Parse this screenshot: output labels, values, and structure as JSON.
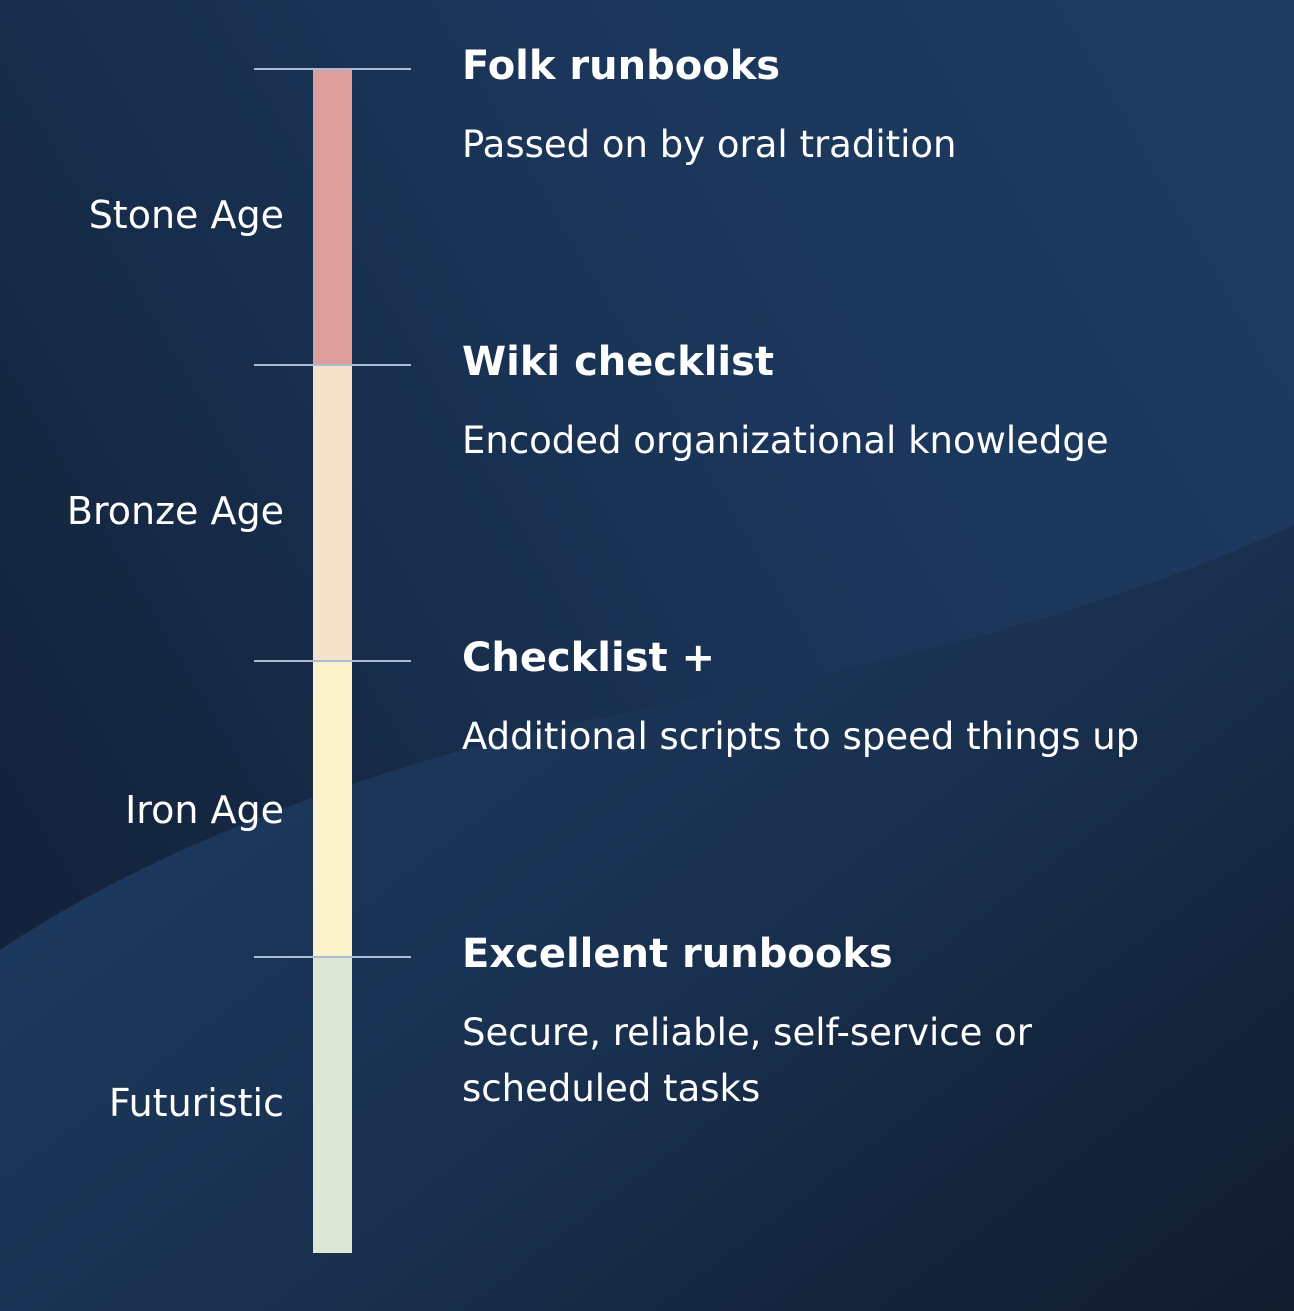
{
  "colors": {
    "background_dark": "#13223a",
    "background_mid": "#1d3a60",
    "tick_line": "#a9bdd6",
    "text": "#ffffff"
  },
  "eras": [
    {
      "age": "Stone Age",
      "color": "#dd9f9e",
      "title": "Folk runbooks",
      "description": "Passed on by oral tradition"
    },
    {
      "age": "Bronze Age",
      "color": "#f5e3cc",
      "title": "Wiki checklist",
      "description": "Encoded organizational knowledge"
    },
    {
      "age": "Iron Age",
      "color": "#fcf3cd",
      "title": "Checklist +",
      "description": "Additional scripts to speed things up"
    },
    {
      "age": "Futuristic",
      "color": "#dde6d2",
      "title": "Excellent runbooks",
      "description": "Secure, reliable, self-service or scheduled tasks"
    }
  ]
}
